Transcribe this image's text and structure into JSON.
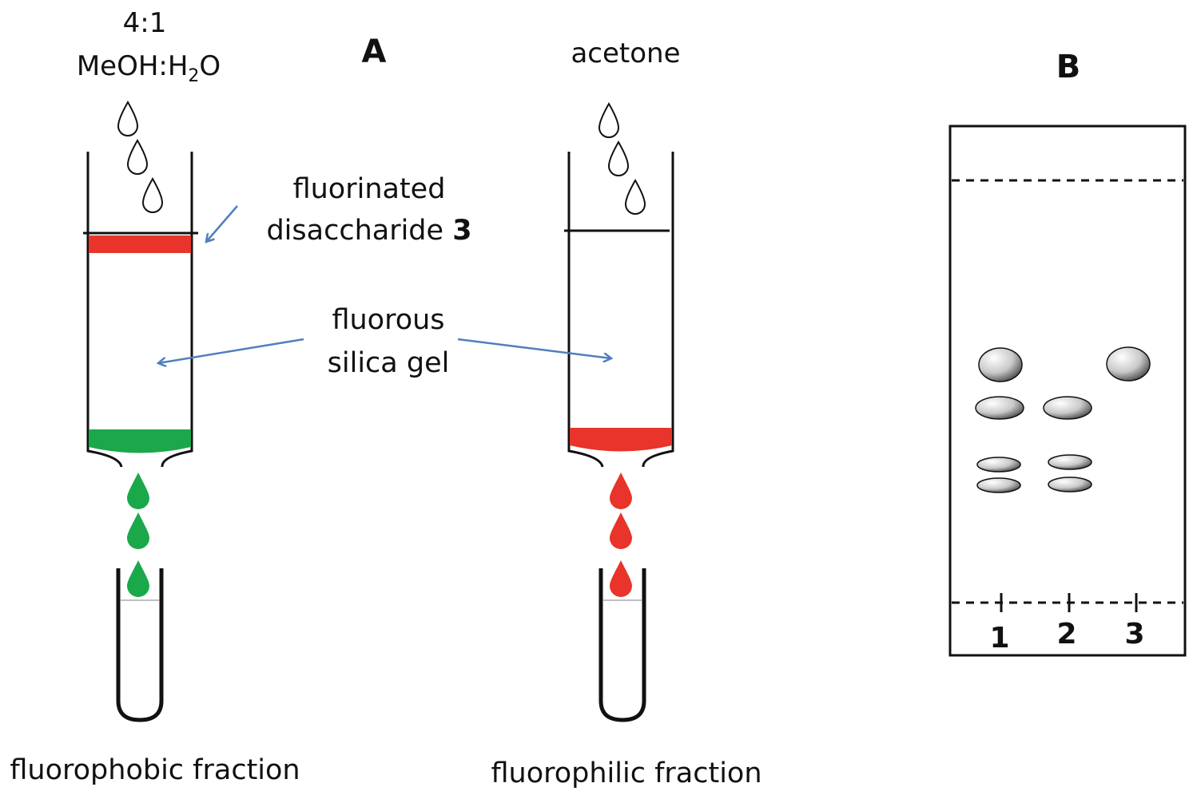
{
  "panel_a": {
    "label": "A",
    "left_column": {
      "solvent_ratio": "4:1",
      "solvent_main": "MeOH:H",
      "solvent_sub": "2",
      "solvent_tail": "O",
      "fraction_label": "fluorophobic fraction"
    },
    "right_column": {
      "solvent": "acetone",
      "fraction_label": "fluorophilic fraction"
    },
    "annotations": {
      "disaccharide_line1": "fluorinated",
      "disaccharide_line2": "disaccharide ",
      "disaccharide_number": "3",
      "gel_line1": "fluorous",
      "gel_line2": "silica gel"
    }
  },
  "panel_b": {
    "label": "B",
    "lanes": [
      "1",
      "2",
      "3"
    ]
  },
  "colors": {
    "red": "#e8342a",
    "green": "#1aa84a",
    "arrow": "#4f7fbf",
    "outline": "#111111"
  }
}
